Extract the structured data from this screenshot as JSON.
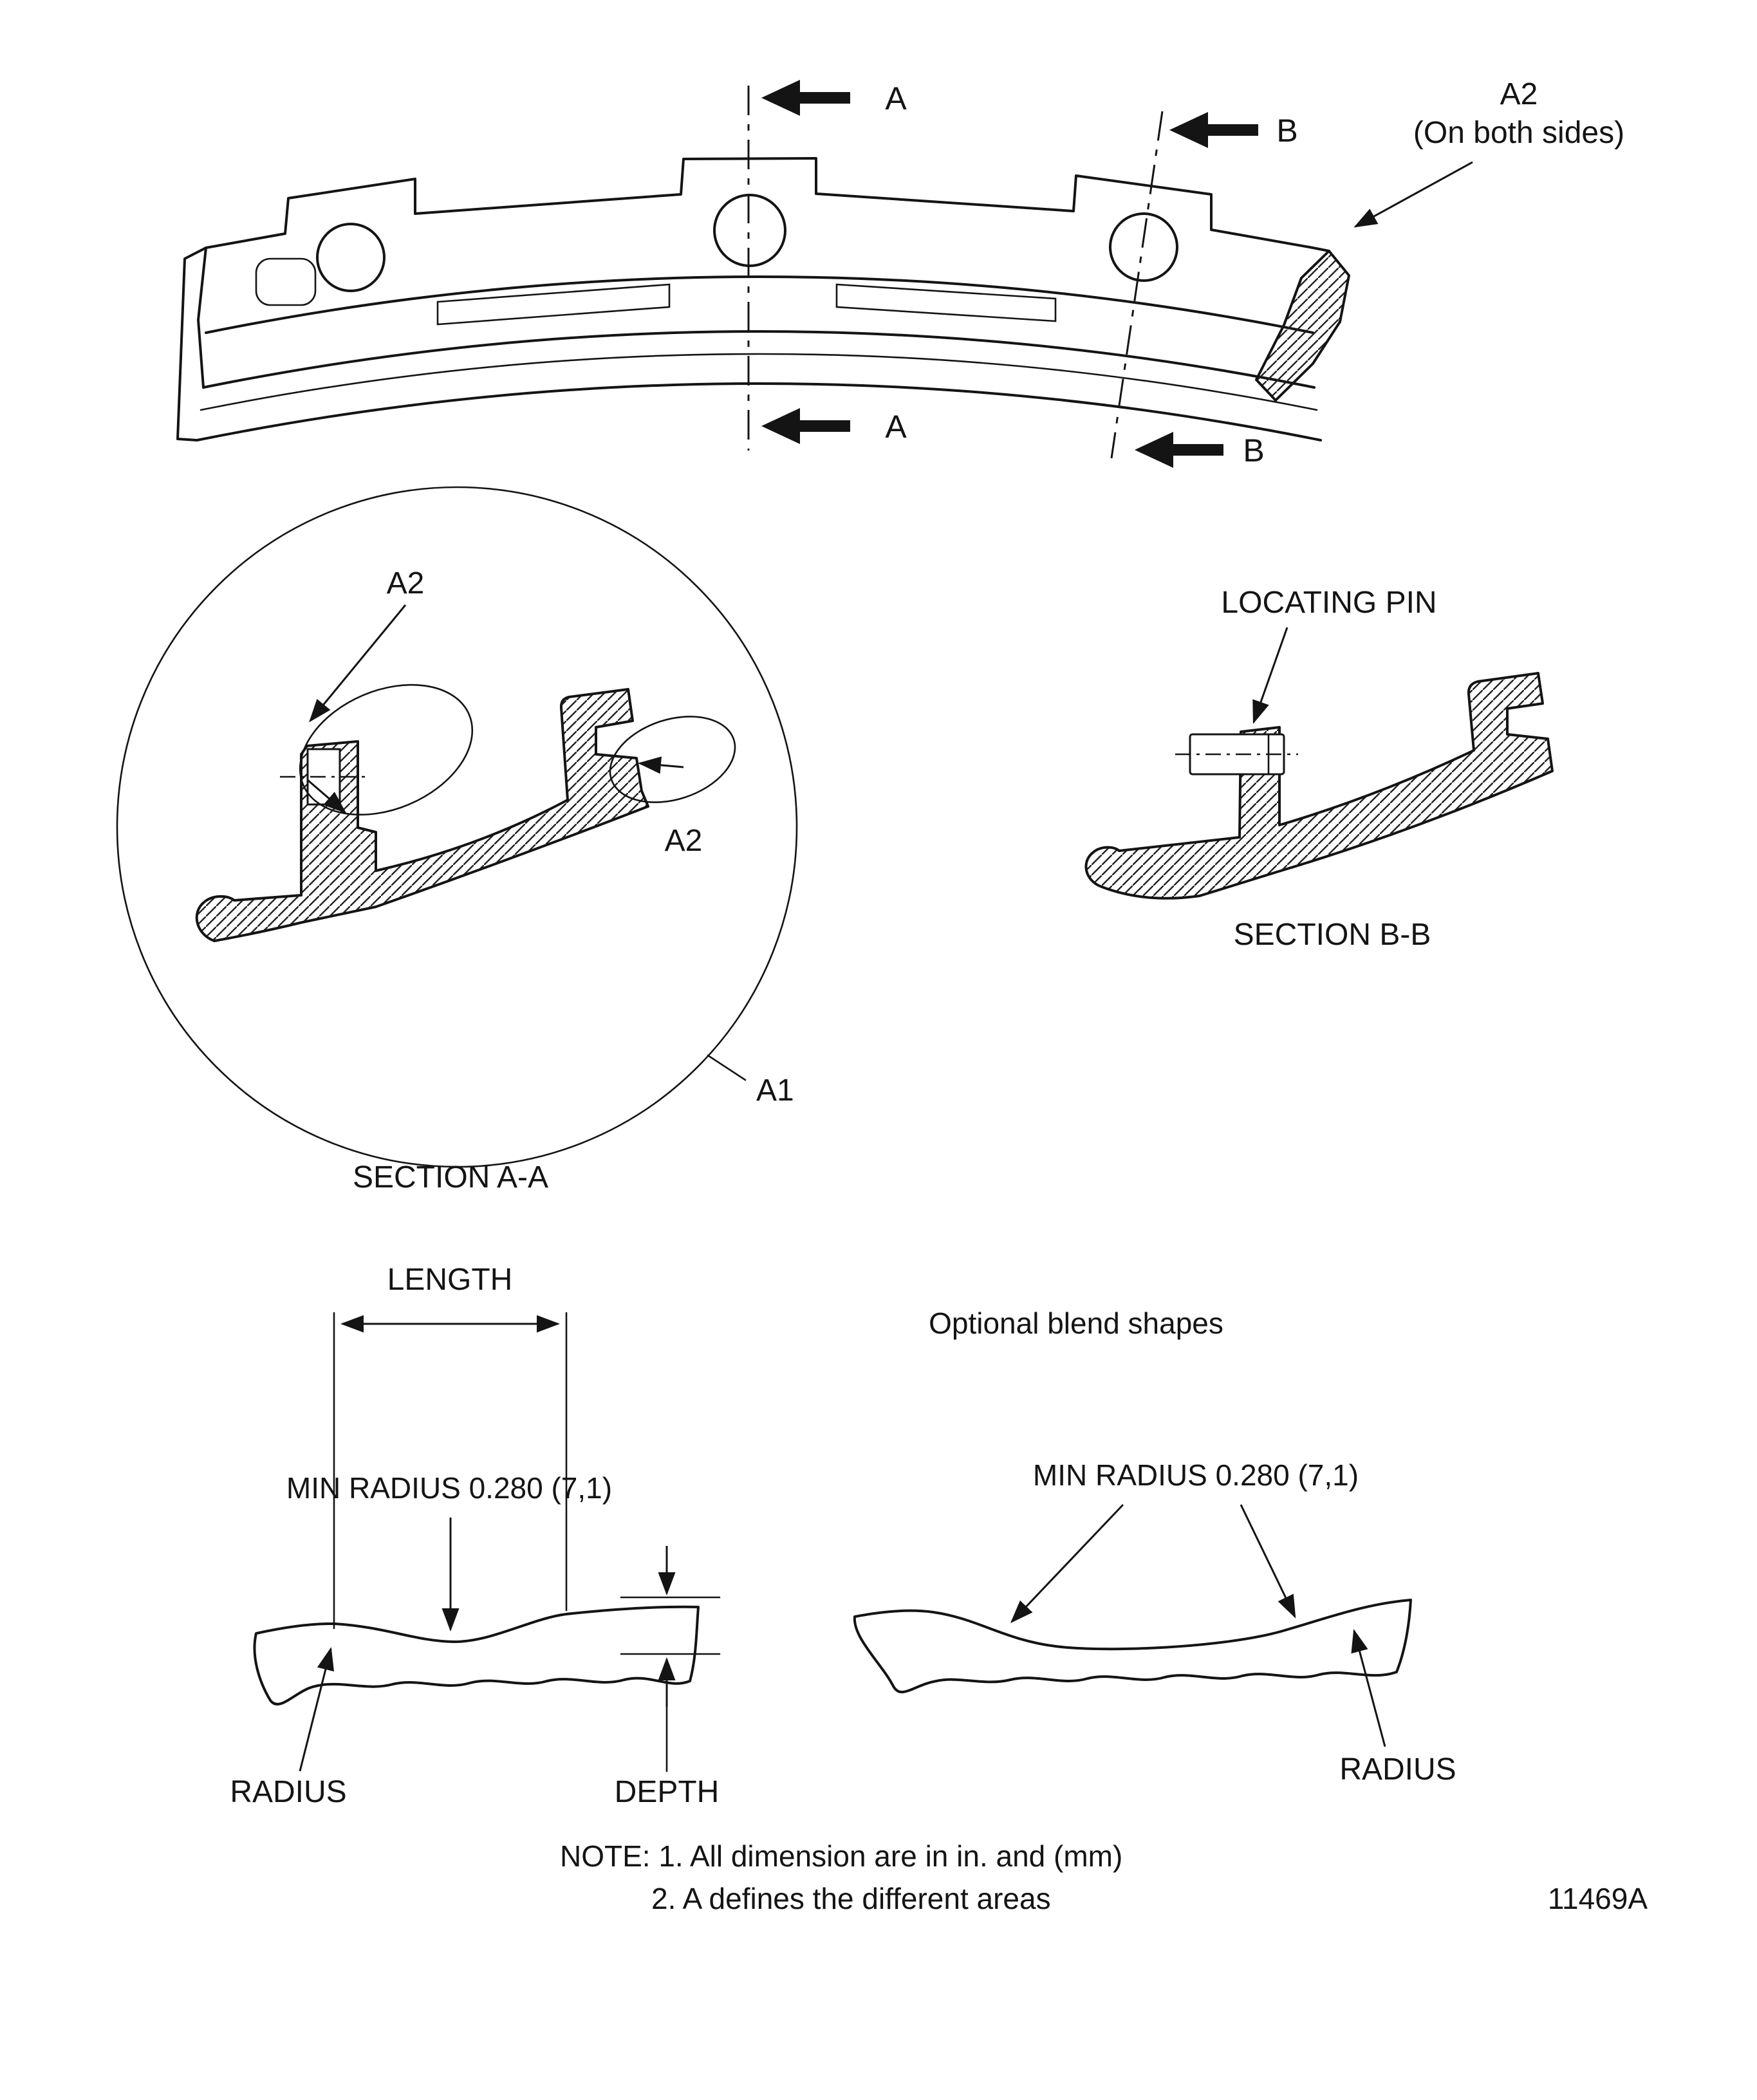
{
  "figure": {
    "number": "11469A",
    "notes": {
      "line1": "NOTE: 1. All dimension are in in. and (mm)",
      "line2": "2. A defines the different areas"
    }
  },
  "top_view": {
    "cut_label_a_top": "A",
    "cut_label_a_bottom": "A",
    "cut_label_b_top": "B",
    "cut_label_b_bottom": "B",
    "a2_callout_line1": "A2",
    "a2_callout_line2": "(On both sides)"
  },
  "section_aa": {
    "title": "SECTION A-A",
    "label_a2_left": "A2",
    "label_a2_right": "A2",
    "label_a1": "A1"
  },
  "section_bb": {
    "title": "SECTION B-B",
    "locating_pin": "LOCATING PIN"
  },
  "blend_left": {
    "length": "LENGTH",
    "min_radius": "MIN RADIUS 0.280 (7,1)",
    "radius": "RADIUS",
    "depth": "DEPTH"
  },
  "blend_right": {
    "title": "Optional blend shapes",
    "min_radius": "MIN RADIUS 0.280 (7,1)",
    "radius": "RADIUS"
  }
}
